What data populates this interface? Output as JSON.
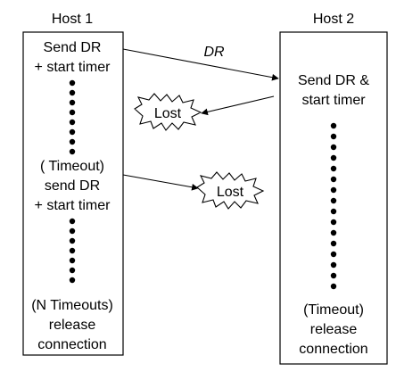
{
  "hosts": [
    {
      "title": "Host 1"
    },
    {
      "title": "Host 2"
    }
  ],
  "host1": {
    "step1": [
      "Send DR",
      "+ start timer"
    ],
    "step2": [
      "( Timeout)",
      "send DR",
      "+ start timer"
    ],
    "step3": [
      "(N Timeouts)",
      "release",
      "connection"
    ]
  },
  "host2": {
    "step1": [
      "Send DR &",
      "start timer"
    ],
    "step2": [
      "(Timeout)",
      "release",
      "connection"
    ]
  },
  "messages": {
    "dr_label": "DR",
    "lost_label": "Lost"
  },
  "colors": {
    "stroke": "#000000",
    "background": "#ffffff"
  }
}
